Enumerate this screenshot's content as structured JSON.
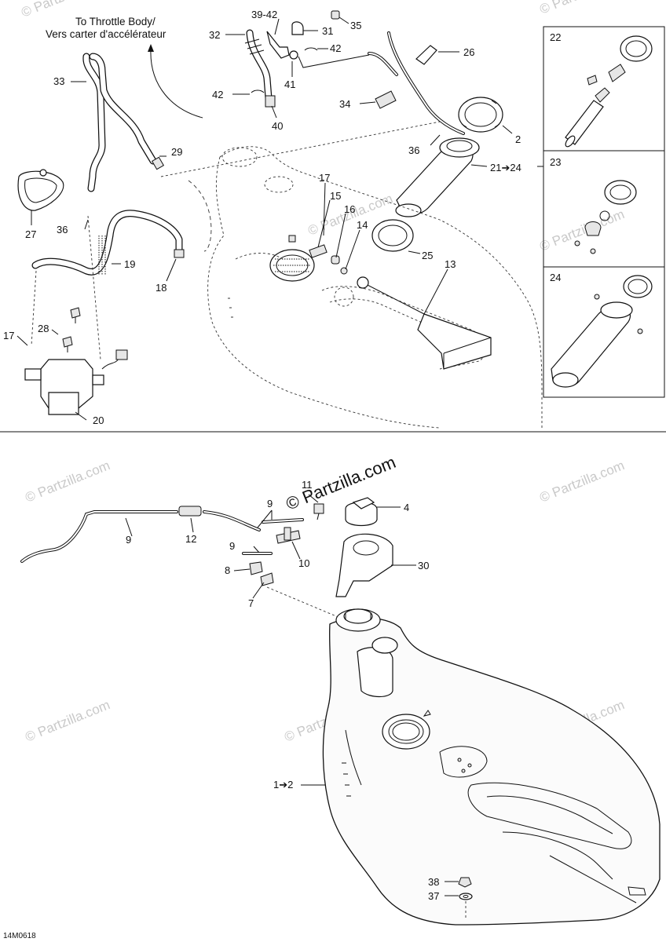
{
  "diagram": {
    "drawing_code": "14M0618",
    "watermark": "© Partzilla.com",
    "throttle_note": {
      "line1": "To Throttle Body/",
      "line2": "Vers carter d'accélérateur"
    },
    "callouts": {
      "c1_2": "1➔2",
      "c2": "2",
      "c4": "4",
      "c7": "7",
      "c8": "8",
      "c9a": "9",
      "c9b": "9",
      "c9c": "9",
      "c10": "10",
      "c11": "11",
      "c12": "12",
      "c13": "13",
      "c14": "14",
      "c15": "15",
      "c16": "16",
      "c17a": "17",
      "c17b": "17",
      "c18": "18",
      "c19": "19",
      "c20": "20",
      "c21_24": "21➔24",
      "c22": "22",
      "c23": "23",
      "c24": "24",
      "c25": "25",
      "c26": "26",
      "c27": "27",
      "c28": "28",
      "c29": "29",
      "c30": "30",
      "c31": "31",
      "c32": "32",
      "c33": "33",
      "c34": "34",
      "c35": "35",
      "c36a": "36",
      "c36b": "36",
      "c37": "37",
      "c38": "38",
      "c39_42": "39-42",
      "c40": "40",
      "c41": "41",
      "c42a": "42",
      "c42b": "42"
    }
  }
}
